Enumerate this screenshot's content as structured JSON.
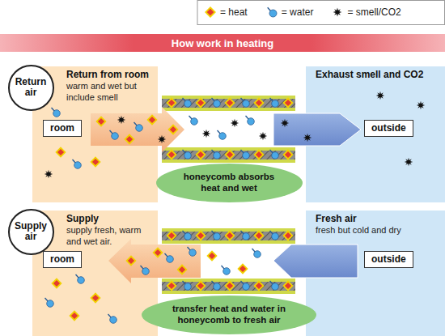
{
  "diagram": {
    "title": "How work in heating",
    "nodes": [
      {
        "text": [
          "Return air"
        ]
      },
      {
        "text": [
          "Return from room",
          "warm and wet but include smell"
        ]
      },
      {
        "text": [
          "room"
        ],
        "in": 1
      },
      {
        "text": [
          "Exhaust smell and CO2"
        ]
      },
      {
        "text": [
          "outside"
        ],
        "in": 3
      },
      {
        "text": [
          "honeycomb absorbs heat and wet"
        ]
      },
      {
        "text": [
          "Supply air"
        ]
      },
      {
        "text": [
          "Supply",
          "supply fresh, warm and wet air."
        ]
      },
      {
        "text": [
          "room"
        ],
        "in": 7
      },
      {
        "text": [
          "Fresh air",
          "fresh but cold and dry"
        ]
      },
      {
        "text": [
          "outside"
        ],
        "in": 9
      },
      {
        "text": [
          "transfer heat and water in honeycomb to fresh air"
        ]
      }
    ],
    "legend": [
      {
        "text": "= heat"
      },
      {
        "text": "= water"
      },
      {
        "text": "= smell/CO2"
      }
    ]
  }
}
